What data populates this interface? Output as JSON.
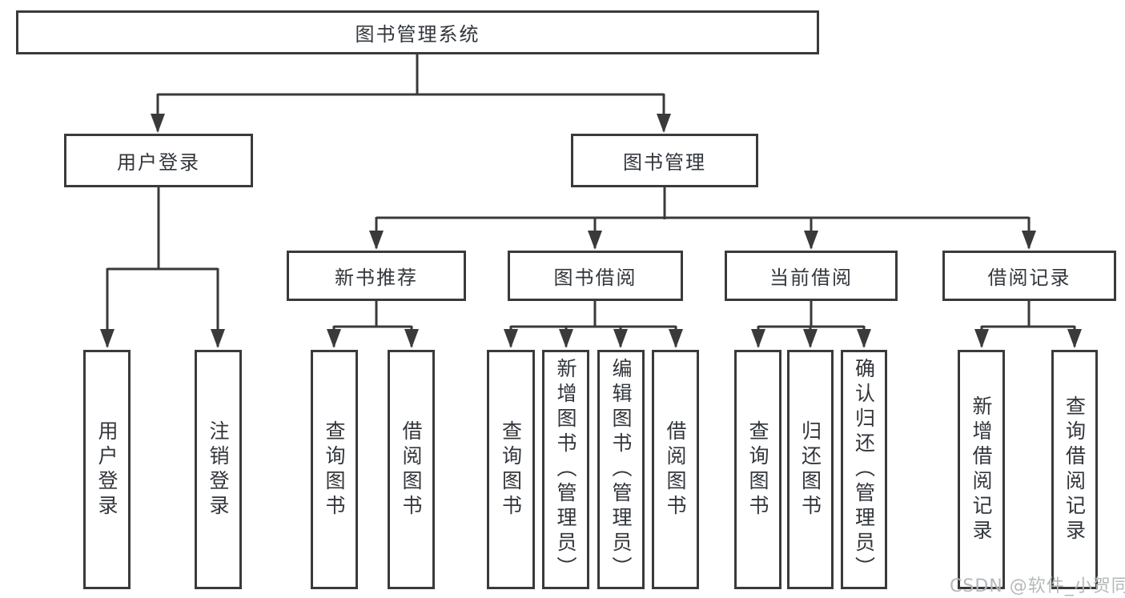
{
  "nodes": {
    "root": "图书管理系统",
    "user_login": "用户登录",
    "book_management": "图书管理",
    "new_book_recommend": "新书推荐",
    "book_borrow": "图书借阅",
    "current_borrow": "当前借阅",
    "borrow_record": "借阅记录",
    "leaf_user_login": "用户登录",
    "leaf_logout": "注销登录",
    "leaf_nb_query": "查询图书",
    "leaf_nb_borrow": "借阅图书",
    "leaf_bb_query": "查询图书",
    "leaf_bb_add": "新增图书（管理员）",
    "leaf_bb_edit": "编辑图书（管理员）",
    "leaf_bb_borrow": "借阅图书",
    "leaf_cb_query": "查询图书",
    "leaf_cb_return": "归还图书",
    "leaf_cb_confirm": "确认归还（管理员）",
    "leaf_br_add": "新增借阅记录",
    "leaf_br_query": "查询借阅记录"
  },
  "watermark": "CSDN @软件_小贺同学",
  "colors": {
    "line": "#3a3a3a",
    "text": "#32363b",
    "watermark": "#b5b8ba",
    "background": "#ffffff"
  }
}
